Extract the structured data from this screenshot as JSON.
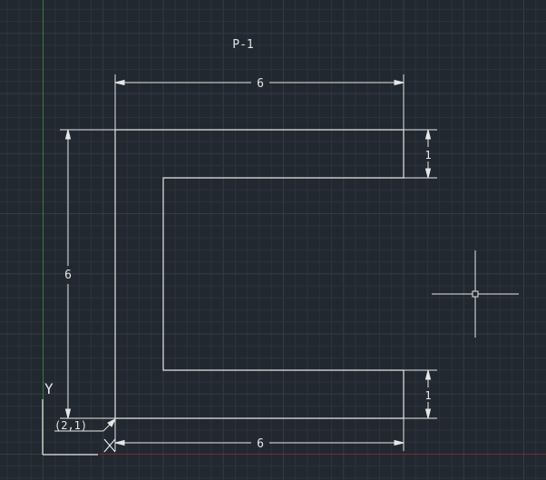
{
  "drawing": {
    "title": "P-1",
    "dimensions": {
      "top": "6",
      "bottom": "6",
      "left": "6",
      "right_top": "1",
      "right_bottom": "1"
    },
    "origin_point": "(2,1)",
    "ucs": {
      "y_label": "Y",
      "x_label": "X"
    }
  },
  "colors": {
    "background": "#212830",
    "grid_minor": "#2a323c",
    "grid_major": "#333c47",
    "geometry": "#e6e6e6",
    "axis_y": "#3f7a3f",
    "axis_x": "#7a2a2a"
  }
}
